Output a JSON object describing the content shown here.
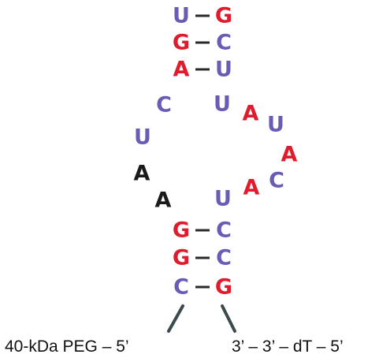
{
  "colors": {
    "purple": "#6b5bb4",
    "red": "#e01b2c",
    "black": "#1a1a1a"
  },
  "stem_top": [
    {
      "left": "U",
      "left_color": "purple",
      "right": "G",
      "right_color": "red"
    },
    {
      "left": "G",
      "left_color": "red",
      "right": "C",
      "right_color": "purple"
    },
    {
      "left": "A",
      "left_color": "red",
      "right": "U",
      "right_color": "purple"
    }
  ],
  "left_loop": [
    {
      "base": "C",
      "color": "purple"
    },
    {
      "base": "U",
      "color": "purple"
    },
    {
      "base": "A",
      "color": "black"
    },
    {
      "base": "A",
      "color": "black"
    }
  ],
  "right_loop": [
    {
      "base": "U",
      "color": "purple"
    },
    {
      "base": "A",
      "color": "red"
    },
    {
      "base": "U",
      "color": "purple"
    },
    {
      "base": "A",
      "color": "red"
    },
    {
      "base": "C",
      "color": "purple"
    },
    {
      "base": "A",
      "color": "red"
    },
    {
      "base": "U",
      "color": "purple"
    }
  ],
  "stem_bottom": [
    {
      "left": "G",
      "left_color": "red",
      "right": "C",
      "right_color": "purple"
    },
    {
      "left": "G",
      "left_color": "red",
      "right": "C",
      "right_color": "purple"
    },
    {
      "left": "C",
      "left_color": "purple",
      "right": "G",
      "right_color": "red"
    }
  ],
  "labels": {
    "left_end": "40-kDa PEG – 5’",
    "right_end": "3’ – 3’ – dT – 5’"
  }
}
